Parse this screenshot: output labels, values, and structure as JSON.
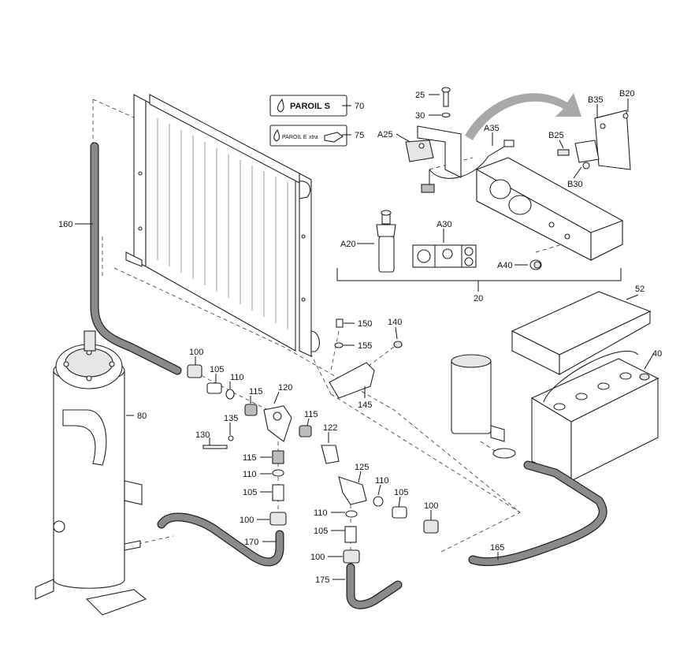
{
  "decals": {
    "paroil_s": "PAROIL S",
    "paroil_e_extra_prefix": "PAROIL E",
    "paroil_e_extra_suffix": "xtra"
  },
  "callouts": {
    "c25": "25",
    "c30": "30",
    "c35": "A35",
    "a25": "A25",
    "a20": "A20",
    "a30": "A30",
    "a40": "A40",
    "b35": "B35",
    "b20": "B20",
    "b25": "B25",
    "b30": "B30",
    "c70": "70",
    "c75": "75",
    "c20": "20",
    "c52": "52",
    "c40": "40",
    "c160": "160",
    "c80": "80",
    "c150": "150",
    "c155": "155",
    "c140": "140",
    "c145": "145",
    "c120": "120",
    "c100a": "100",
    "c105a": "105",
    "c110a": "110",
    "c115a": "115",
    "c130": "130",
    "c135": "135",
    "c115b": "115",
    "c122": "122",
    "c115c": "115",
    "c110b": "110",
    "c105b": "105",
    "c100b": "100",
    "c170": "170",
    "c125": "125",
    "c110c": "110",
    "c105c": "105",
    "c100c": "100",
    "c110d": "110",
    "c105d": "105",
    "c100d": "100",
    "c175": "175",
    "c165": "165"
  }
}
